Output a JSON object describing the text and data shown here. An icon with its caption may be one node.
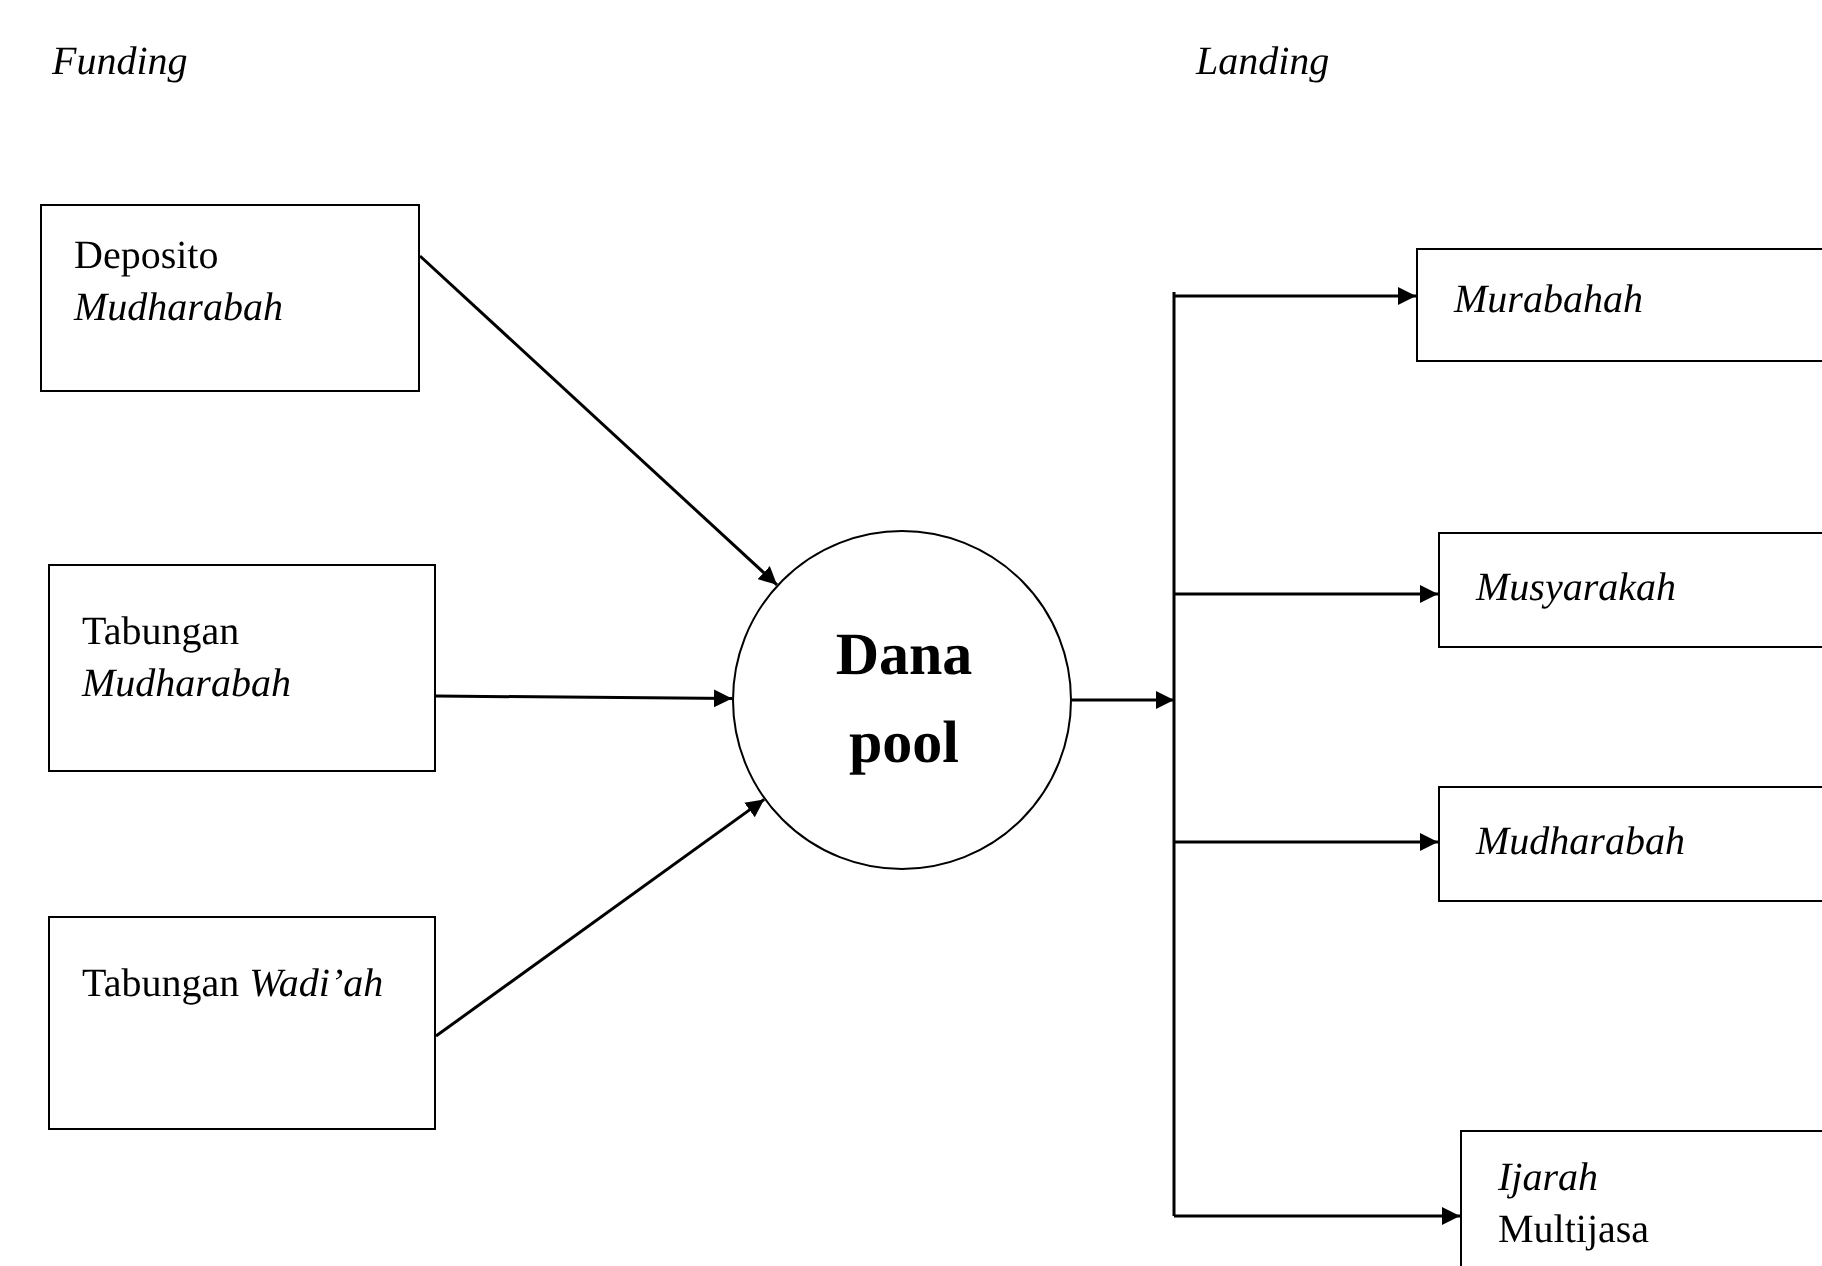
{
  "diagram": {
    "nodes": [
      {
        "text": [
          "Deposito *Mudharabah*"
        ]
      },
      {
        "text": [
          "Tabungan *Mudharabah*"
        ]
      },
      {
        "text": [
          "Tabungan *Wadi’ah*"
        ]
      },
      {
        "text": [
          "Dana pool"
        ]
      },
      {
        "text": [
          "Murabahah"
        ]
      },
      {
        "text": [
          "Musyarakah"
        ]
      },
      {
        "text": [
          "Mudharabah"
        ]
      },
      {
        "text": [
          "*Ijarah* Multijasa"
        ]
      }
    ],
    "edges": [
      {
        "from": 0,
        "to": 3,
        "arrow": "to"
      },
      {
        "from": 1,
        "to": 3,
        "arrow": "to"
      },
      {
        "from": 2,
        "to": 3,
        "arrow": "to"
      },
      {
        "from": 3,
        "to": 4,
        "arrow": "to"
      },
      {
        "from": 3,
        "to": 5,
        "arrow": "to"
      },
      {
        "from": 3,
        "to": 6,
        "arrow": "to"
      },
      {
        "from": 3,
        "to": 7,
        "arrow": "to"
      }
    ],
    "labels": [
      "Funding",
      "Landing"
    ]
  }
}
